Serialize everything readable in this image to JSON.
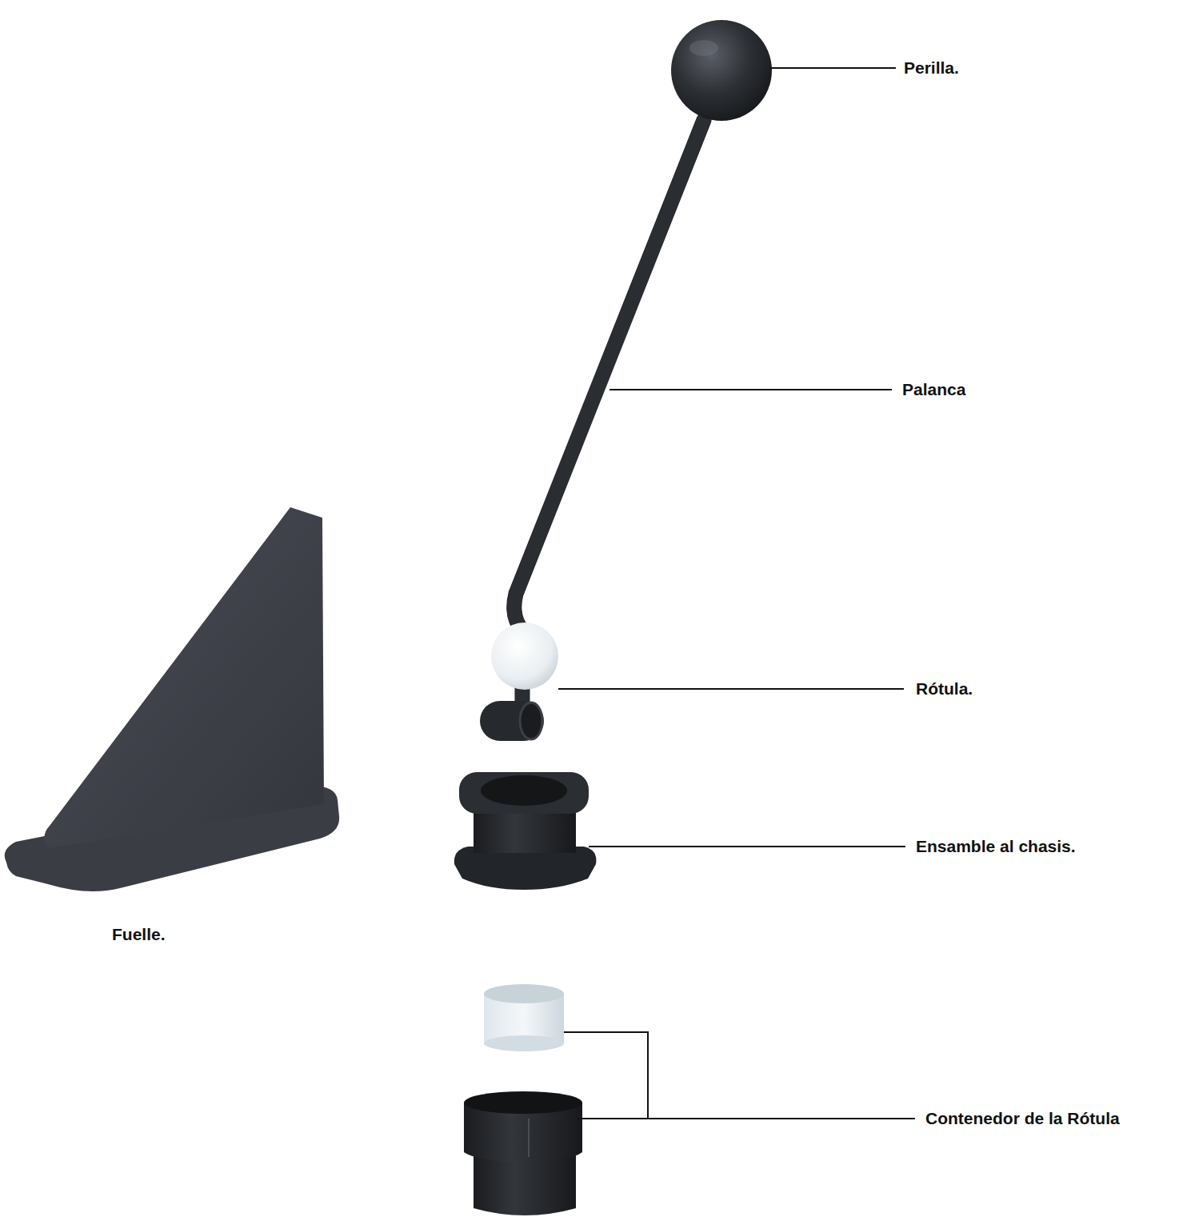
{
  "diagram": {
    "labels": [
      "Perilla.",
      "Palanca",
      "Rótula.",
      "Ensamble al chasis.",
      "Contenedor de la Rótula",
      "Fuelle."
    ]
  }
}
